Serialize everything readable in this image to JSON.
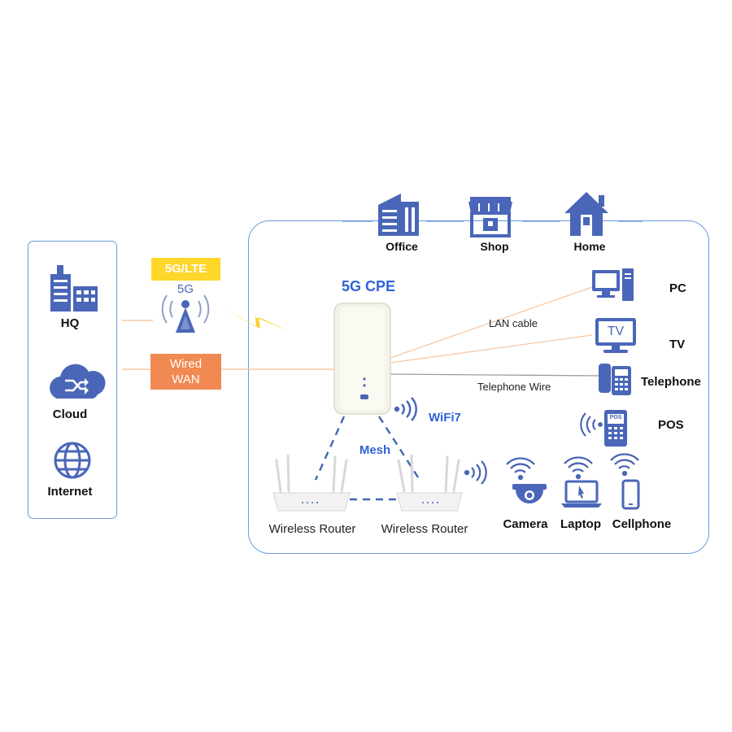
{
  "left_panel": {
    "items": [
      {
        "label": "HQ",
        "icon": "hq-buildings-icon"
      },
      {
        "label": "Cloud",
        "icon": "cloud-icon"
      },
      {
        "label": "Internet",
        "icon": "globe-icon"
      }
    ]
  },
  "tags": {
    "lte": "5G/LTE",
    "wired_line1": "Wired",
    "wired_line2": "WAN"
  },
  "tower": {
    "label": "5G",
    "icon": "cell-tower-icon"
  },
  "top_row": [
    {
      "label": "Office",
      "icon": "office-building-icon"
    },
    {
      "label": "Shop",
      "icon": "shop-icon"
    },
    {
      "label": "Home",
      "icon": "home-icon"
    }
  ],
  "cpe": {
    "title": "5G CPE"
  },
  "links": {
    "lan": "LAN cable",
    "phone": "Telephone Wire",
    "wifi": "WiFi7",
    "mesh": "Mesh"
  },
  "devices": {
    "pc": "PC",
    "tv": "TV",
    "tv_screen": "TV",
    "telephone": "Telephone",
    "pos": "POS",
    "pos_screen": "POS",
    "camera": "Camera",
    "laptop": "Laptop",
    "cellphone": "Cellphone"
  },
  "routers": [
    {
      "label": "Wireless Router"
    },
    {
      "label": "Wireless Router"
    }
  ],
  "colors": {
    "blue": "#2f63d8",
    "icon": "#4a66b8",
    "panel_border": "#6a9ae0",
    "yellow": "#ffd62a",
    "orange": "#f08a52",
    "wire": "#f6c8a4"
  }
}
